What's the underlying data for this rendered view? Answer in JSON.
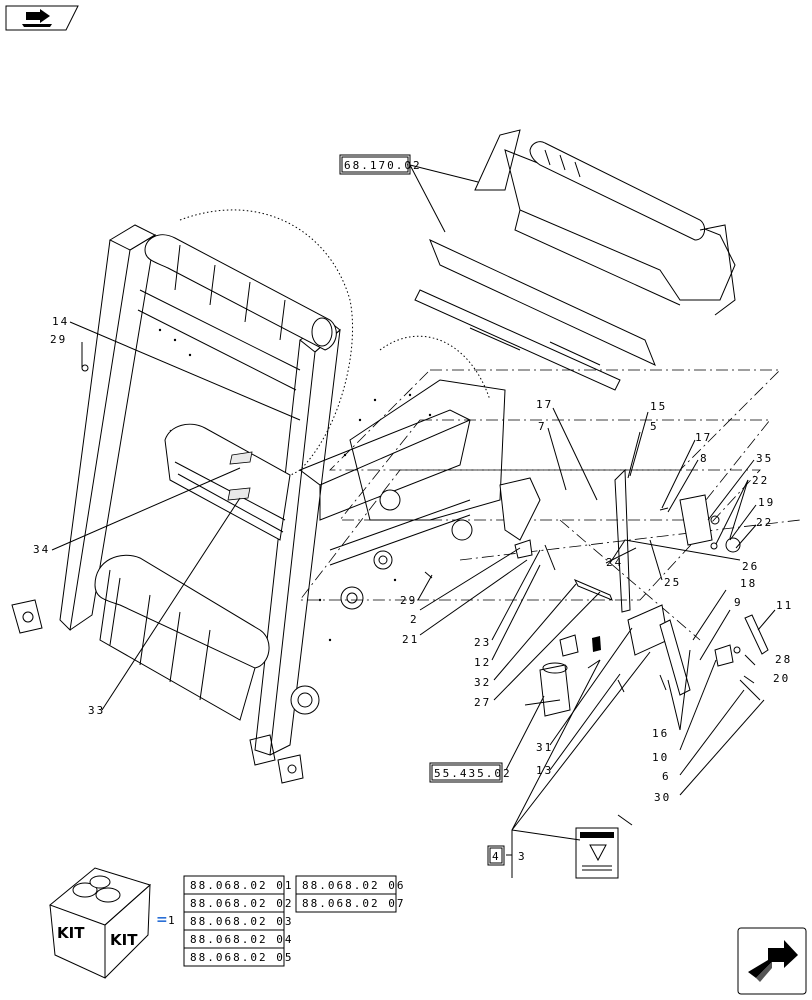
{
  "callouts": {
    "n14": "14",
    "n29a": "29",
    "n34": "34",
    "n33": "33",
    "n17a": "17",
    "n7": "7",
    "n15": "15",
    "n5": "5",
    "n17b": "17",
    "n8": "8",
    "n35": "35",
    "n22a": "22",
    "n19": "19",
    "n22b": "22",
    "n24": "24",
    "n26": "26",
    "n25": "25",
    "n29b": "29",
    "n2": "2",
    "n21": "21",
    "n23": "23",
    "n12": "12",
    "n32": "32",
    "n27": "27",
    "n18": "18",
    "n9": "9",
    "n11": "11",
    "n28": "28",
    "n20": "20",
    "n16": "16",
    "n10": "10",
    "n6": "6",
    "n30": "30",
    "n31": "31",
    "n13": "13",
    "n3": "3",
    "n4": "4"
  },
  "references": {
    "top": "68.170.02",
    "mid": "55.435.02"
  },
  "kit": {
    "icon_label_left": "KIT",
    "icon_label_right": "KIT",
    "equals": "=",
    "qty": "1",
    "codes": [
      "88.068.02 01",
      "88.068.02 02",
      "88.068.02 03",
      "88.068.02 04",
      "88.068.02 05",
      "88.068.02 06",
      "88.068.02 07"
    ]
  },
  "icons": {
    "top_left": "book-arrow-icon",
    "bottom_right": "next-page-arrow-icon"
  }
}
